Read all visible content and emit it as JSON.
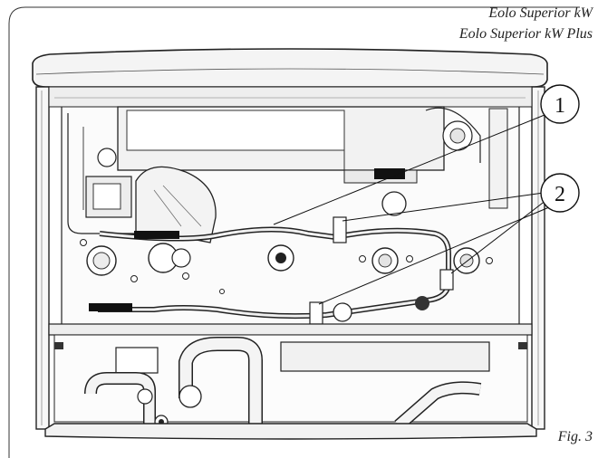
{
  "header": {
    "title_line1": "Eolo Superior kW",
    "title_line2": "Eolo Superior kW Plus"
  },
  "figure": {
    "caption": "Fig. 3",
    "callouts": [
      {
        "label": "1"
      },
      {
        "label": "2"
      }
    ]
  }
}
